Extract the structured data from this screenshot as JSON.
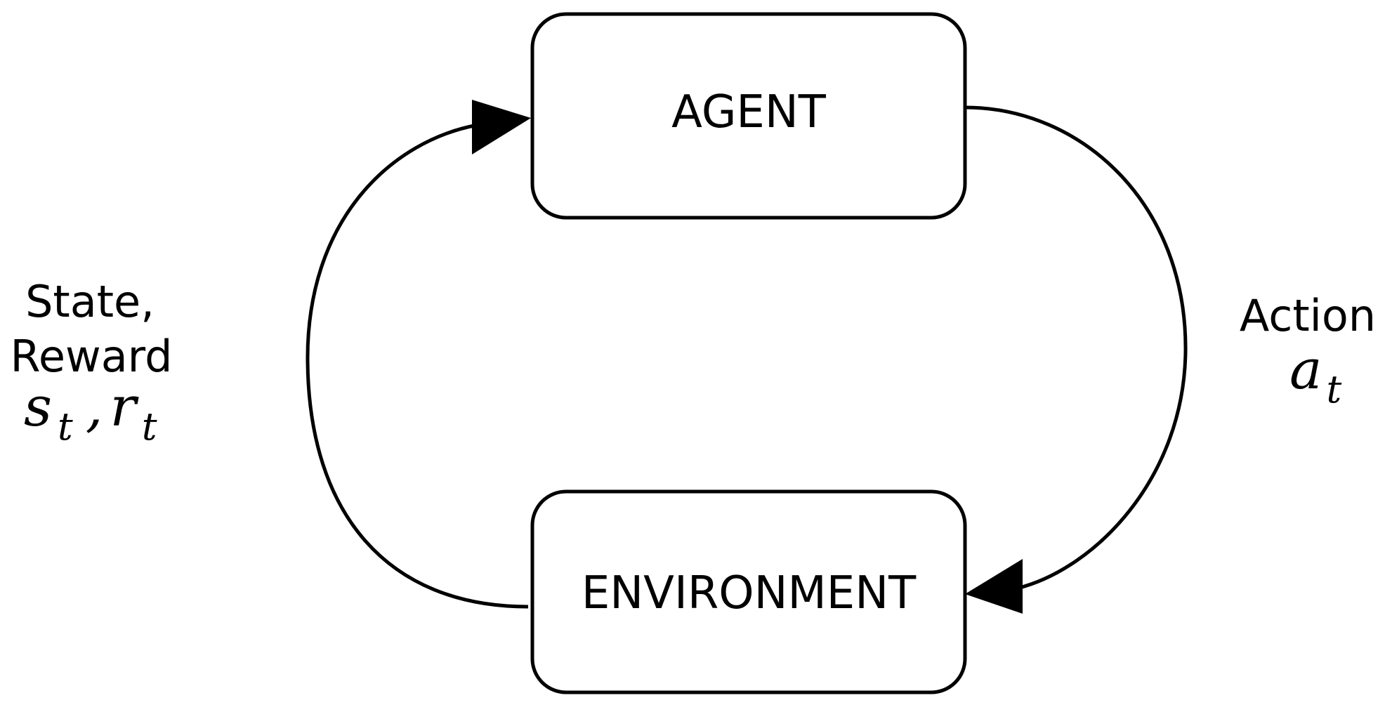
{
  "agent": {
    "label": "AGENT"
  },
  "environment": {
    "label": "ENVIRONMENT"
  },
  "feedback": {
    "line1": "State,",
    "line2": "Reward",
    "state_symbol": "s",
    "state_subscript": "t",
    "separator": ",",
    "reward_symbol": "r",
    "reward_subscript": "t"
  },
  "action": {
    "line1": "Action",
    "symbol": "a",
    "subscript": "t"
  },
  "colors": {
    "stroke": "#000000",
    "background": "#ffffff"
  }
}
